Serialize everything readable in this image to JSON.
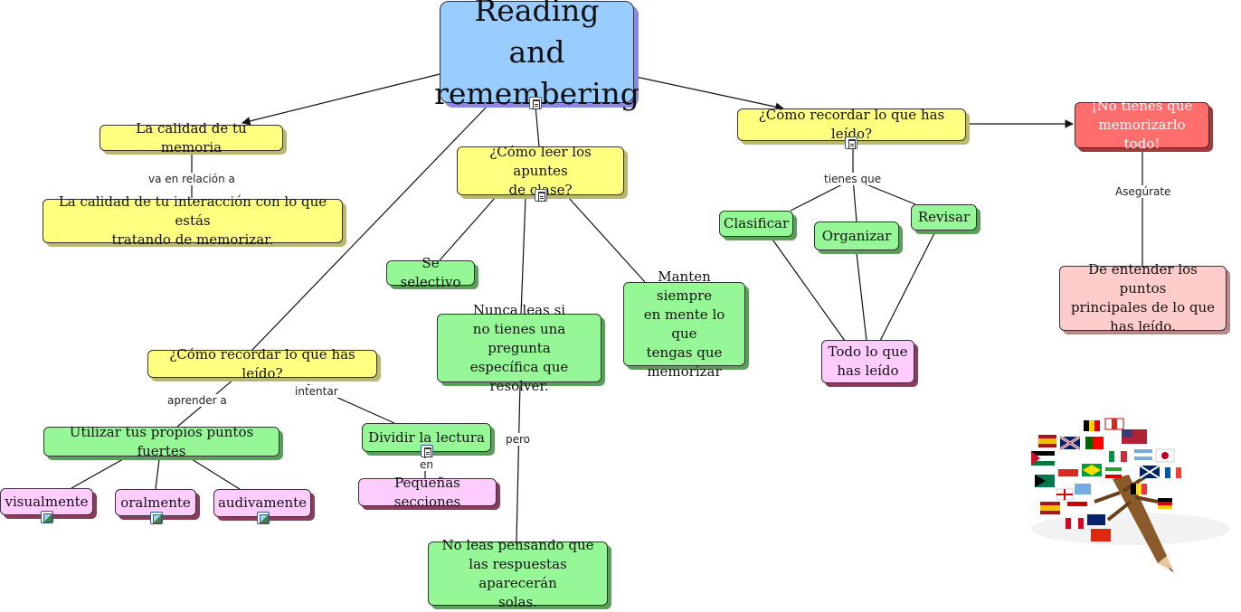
{
  "title": {
    "line1": "Reading and",
    "line2": "remembering"
  },
  "nodes": {
    "calidad_memoria": "La calidad de tu memoria",
    "calidad_interaccion": "La calidad de tu interacción con lo que estás\ntratando de memorizar.",
    "como_leer": "¿Cómo leer los apuntes\nde clase?",
    "se_selectivo": "Se selectivo",
    "nunca_leas": "Nunca leas si\nno tienes una pregunta\nespecífica que resolver.",
    "manten": "Manten siempre\nen mente lo que\ntengas que\nmemorizar",
    "no_leas": "No leas pensando que\nlas respuestas aparecerán\nsolas.",
    "como_recordar_left": "¿Cómo recordar lo que has leído?",
    "utilizar": "Utilizar tus propios puntos fuertes",
    "visualmente": "visualmente",
    "oralmente": "oralmente",
    "audivamente": "audivamente",
    "dividir": "Dividir la lectura",
    "pequenas": "Pequeñas secciones",
    "como_recordar_right": "¿Cómo recordar lo que has leído?",
    "clasificar": "Clasificar",
    "organizar": "Organizar",
    "revisar": "Revisar",
    "todo": "Todo lo que\nhas leído",
    "no_tienes": "¡No tienes que\nmemorizarlo todo!",
    "de_entender": "De entender los puntos\nprincipales de lo que\nhas leído."
  },
  "labels": {
    "va_en_relacion": "va en relación a",
    "aprender_a": "aprender a",
    "intentar": "intentar",
    "en": "en",
    "pero": "pero",
    "tienes_que": "tienes que",
    "asegurate": "Asegúrate"
  },
  "icons": {
    "document": "document-icon",
    "image": "image-icon",
    "flags_tree": "flags-tree-illustration"
  },
  "colors": {
    "title_bg": "#99ccff",
    "question_bg": "#ffff80",
    "action_bg": "#96f796",
    "object_bg": "#ffccff",
    "alert_bg": "#ff6d6d",
    "answer_bg": "#ffcccc"
  }
}
